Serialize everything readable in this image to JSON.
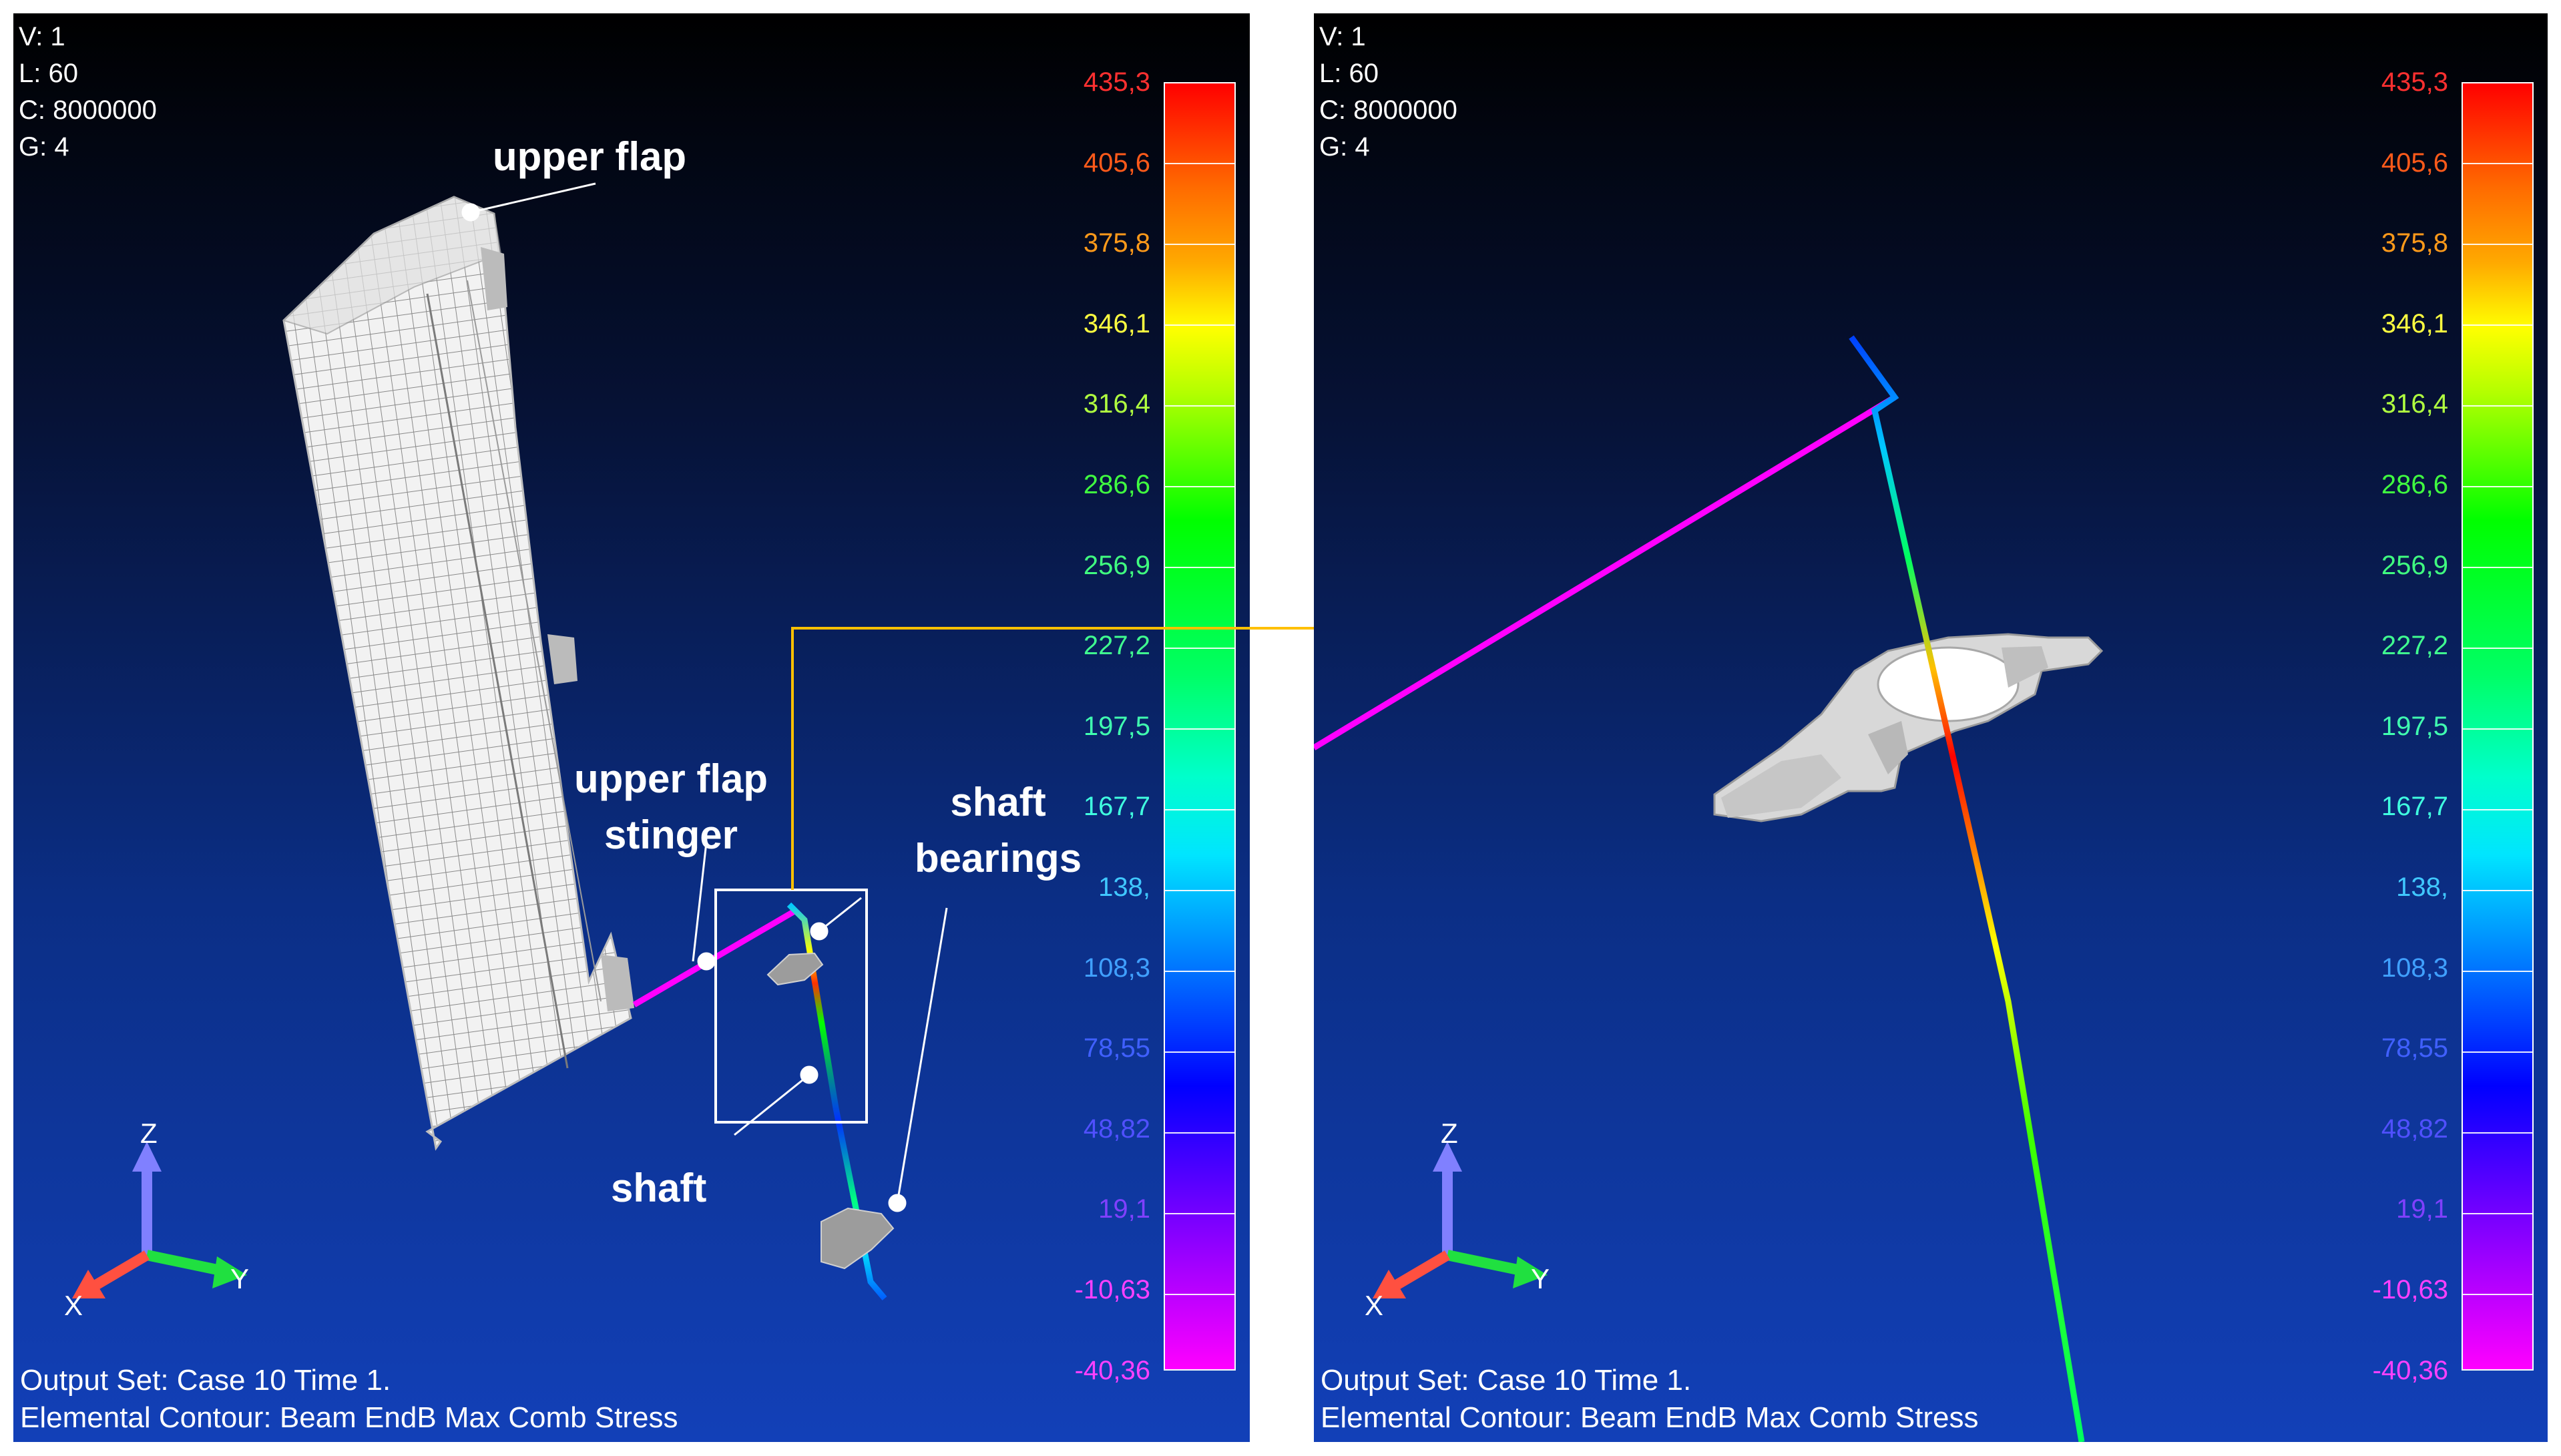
{
  "viewports": [
    {
      "id": "left",
      "info": [
        "V: 1",
        "L: 60",
        "C: 8000000",
        "G: 4"
      ],
      "footer": [
        "Output Set: Case 10 Time 1.",
        "Elemental Contour: Beam EndB Max Comb Stress"
      ],
      "axis_labels": {
        "z": "Z",
        "x": "X",
        "y": "Y"
      }
    },
    {
      "id": "right",
      "info": [
        "V: 1",
        "L: 60",
        "C: 8000000",
        "G: 4"
      ],
      "footer": [
        "Output Set: Case 10 Time 1.",
        "Elemental Contour: Beam EndB Max Comb Stress"
      ],
      "axis_labels": {
        "z": "Z",
        "x": "X",
        "y": "Y"
      }
    }
  ],
  "legend": {
    "values": [
      "435,3",
      "405,6",
      "375,8",
      "346,1",
      "316,4",
      "286,6",
      "256,9",
      "227,2",
      "197,5",
      "167,7",
      "138,",
      "108,3",
      "78,55",
      "48,82",
      "19,1",
      "-10,63",
      "-40,36"
    ],
    "colors": [
      "#ff3030",
      "#ff5a1a",
      "#ff9a1a",
      "#ffff40",
      "#b0ff40",
      "#40ff40",
      "#40ff80",
      "#40ff90",
      "#40ffb0",
      "#40ffe0",
      "#40c8ff",
      "#40a0ff",
      "#4060ff",
      "#5050ff",
      "#8040ff",
      "#ff40ff",
      "#ff40ff"
    ]
  },
  "annotations": {
    "upper_flap": "upper flap",
    "upper_flap_stinger": [
      "upper flap",
      "stinger"
    ],
    "shaft_bearings": [
      "shaft",
      "bearings"
    ],
    "shaft": "shaft"
  },
  "colors": {
    "stinger": "#ff00ff",
    "connector": "#ffc000",
    "mesh": "#e8e8e8"
  }
}
